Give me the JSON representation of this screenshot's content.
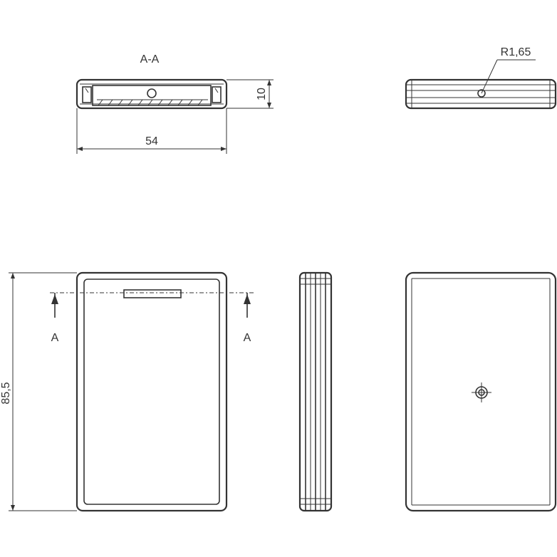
{
  "section": {
    "title": "A-A"
  },
  "dimensions": {
    "width": "54",
    "height_section": "10",
    "radius": "R1,65",
    "length": "85,5"
  },
  "cut_markers": {
    "left": "A",
    "right": "A"
  }
}
